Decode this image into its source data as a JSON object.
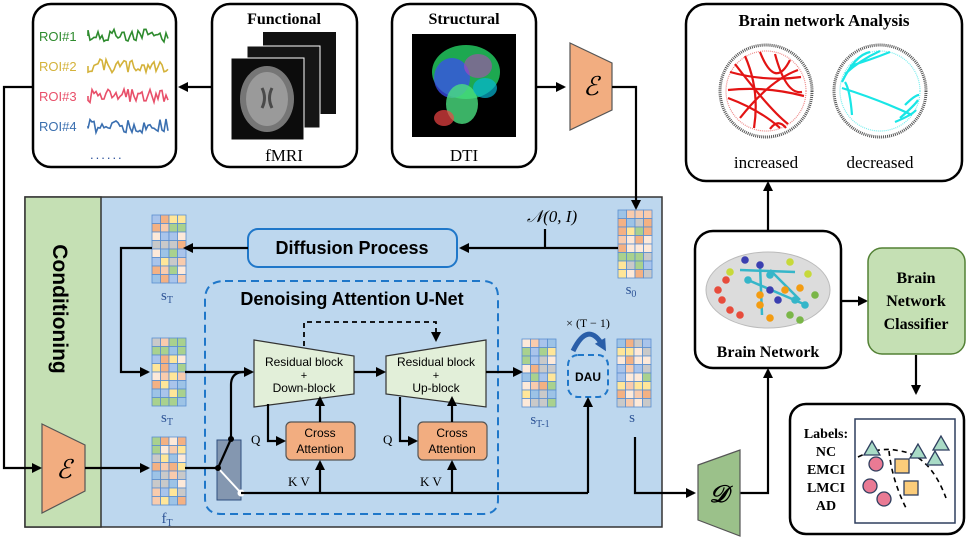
{
  "roi_box": {
    "rois": [
      {
        "label": "ROI#1",
        "color": "#2e8b2e"
      },
      {
        "label": "ROI#2",
        "color": "#d4b23a"
      },
      {
        "label": "ROI#3",
        "color": "#e8506a"
      },
      {
        "label": "ROI#4",
        "color": "#3a6fb0"
      }
    ],
    "ellipsis": "......"
  },
  "functional_box": {
    "title": "Functional",
    "caption": "fMRI"
  },
  "structural_box": {
    "title": "Structural",
    "caption": "DTI"
  },
  "encoder_top": {
    "symbol": "ℰ",
    "color": "#f2ad80"
  },
  "analysis_box": {
    "title": "Brain network Analysis",
    "increased_label": "increased",
    "decreased_label": "decreased",
    "increased_color": "#e31414",
    "decreased_color": "#19e6e6"
  },
  "conditioning": {
    "label": "Conditioning",
    "color": "#c5e0b4"
  },
  "main_panel": {
    "color": "#bdd7ee"
  },
  "encoder_cond": {
    "symbol": "ℰ"
  },
  "diffusion": {
    "label": "Diffusion Process",
    "noise_label": "𝒩(0, I)"
  },
  "unet": {
    "title": "Denoising Attention U-Net",
    "down_block": {
      "line1": "Residual block",
      "line2": "+",
      "line3": "Down-block"
    },
    "up_block": {
      "line1": "Residual block",
      "line2": "+",
      "line3": "Up-block"
    },
    "cross_attention_1": {
      "line1": "Cross",
      "line2": "Attention"
    },
    "cross_attention_2": {
      "line1": "Cross",
      "line2": "Attention"
    },
    "q_label_1": "Q",
    "q_label_2": "Q",
    "kv_label_1": "K V",
    "kv_label_2": "K V"
  },
  "matrices": {
    "s0": "s",
    "s0_sub": "0",
    "sT_top": "s",
    "sT_top_sub": "T",
    "sT_mid": "s",
    "sT_mid_sub": "T",
    "fT": "f",
    "fT_sub": "T",
    "sT1": "s",
    "sT1_sub": "T-1",
    "s": "s"
  },
  "dau": {
    "label": "DAU",
    "repeat_label": "× (T − 1)"
  },
  "decoder": {
    "symbol": "𝒟",
    "color": "#9bc18a"
  },
  "brain_network_box": {
    "label": "Brain Network"
  },
  "classifier": {
    "line1": "Brain",
    "line2": "Network",
    "line3": "Classifier",
    "color": "#c5e0b4"
  },
  "labels_box": {
    "title": "Labels:",
    "items": [
      "NC",
      "EMCI",
      "LMCI",
      "AD"
    ]
  }
}
